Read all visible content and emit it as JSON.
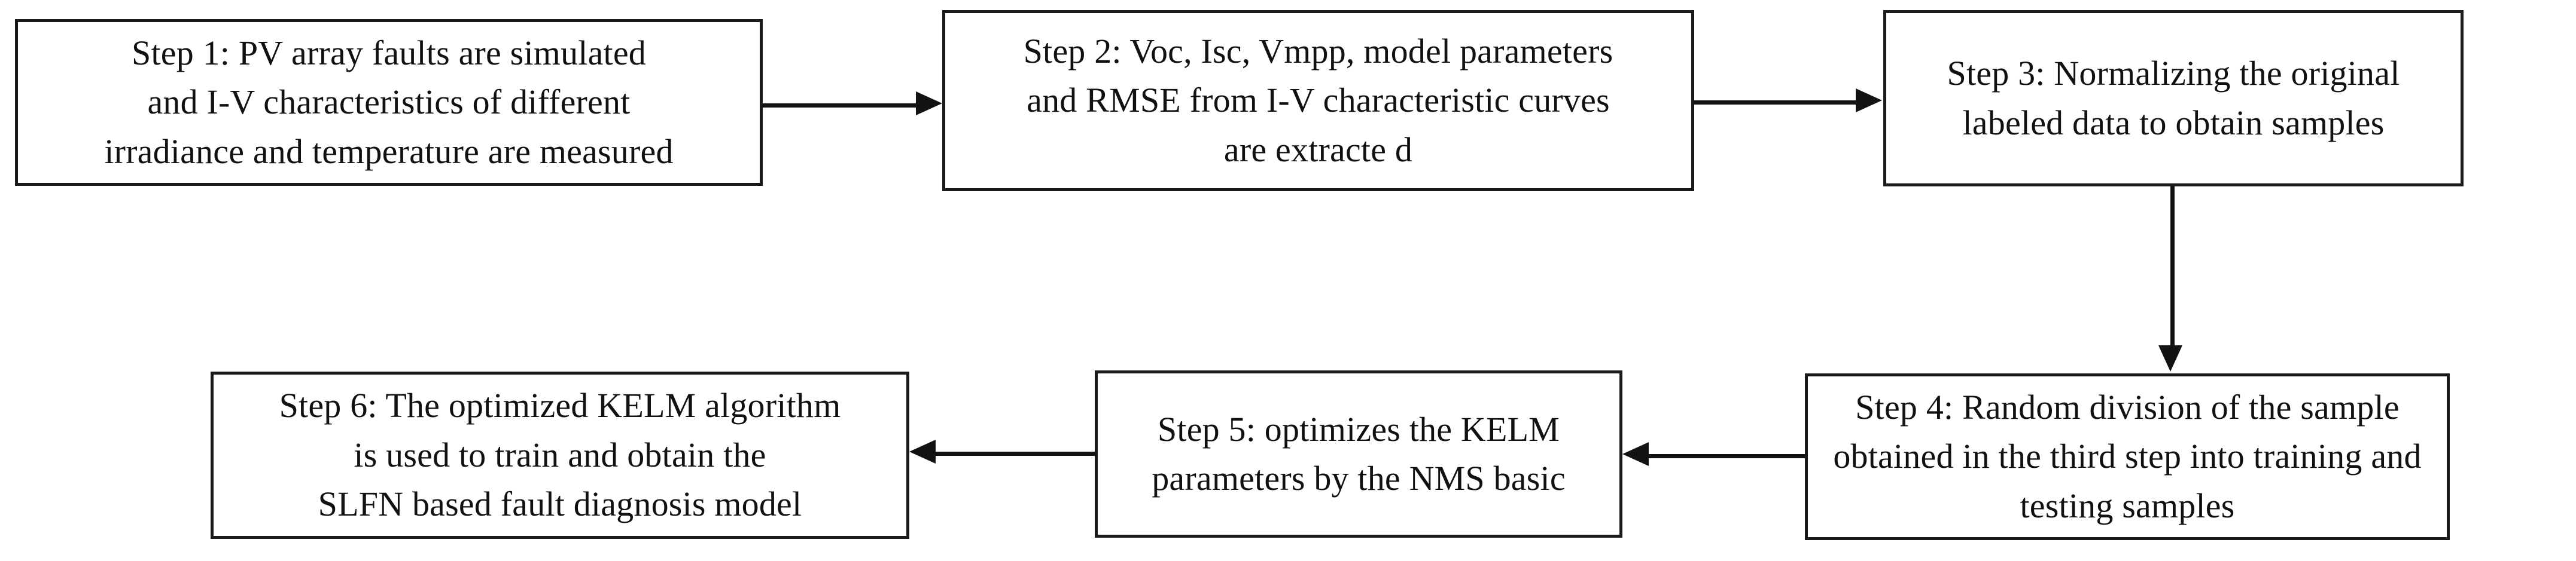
{
  "diagram": {
    "title": "PV array fault diagnosis workflow flowchart",
    "background_color": "#ffffff",
    "stroke_color": "#121212",
    "text_color": "#111111",
    "steps": [
      {
        "id": "step-1",
        "label": "Step 1: PV array faults are simulated\nand I-V characteristics of different\nirradiance and temperature are  measured"
      },
      {
        "id": "step-2",
        "label": "Step 2: Voc, Isc, Vmpp, model parameters\nand RMSE from I-V characteristic curves\nare extracte d"
      },
      {
        "id": "step-3",
        "label": "Step 3: Normalizing the original\nlabeled data to obtain samples"
      },
      {
        "id": "step-4",
        "label": "Step 4: Random division of the sample\nobtained in the third step into training and\ntesting samples"
      },
      {
        "id": "step-5",
        "label": "Step 5: optimizes the KELM\nparameters by the NMS basic"
      },
      {
        "id": "step-6",
        "label": "Step 6: The optimized KELM algorithm\nis used to train and obtain  the\nSLFN based fault diagnosis model"
      }
    ],
    "connectors": [
      {
        "id": "s1-s2",
        "from": "step-1",
        "to": "step-2",
        "direction": "right"
      },
      {
        "id": "s2-s3",
        "from": "step-2",
        "to": "step-3",
        "direction": "right"
      },
      {
        "id": "s3-s4",
        "from": "step-3",
        "to": "step-4",
        "direction": "down"
      },
      {
        "id": "s4-s5",
        "from": "step-4",
        "to": "step-5",
        "direction": "left"
      },
      {
        "id": "s5-s6",
        "from": "step-5",
        "to": "step-6",
        "direction": "left"
      }
    ]
  }
}
